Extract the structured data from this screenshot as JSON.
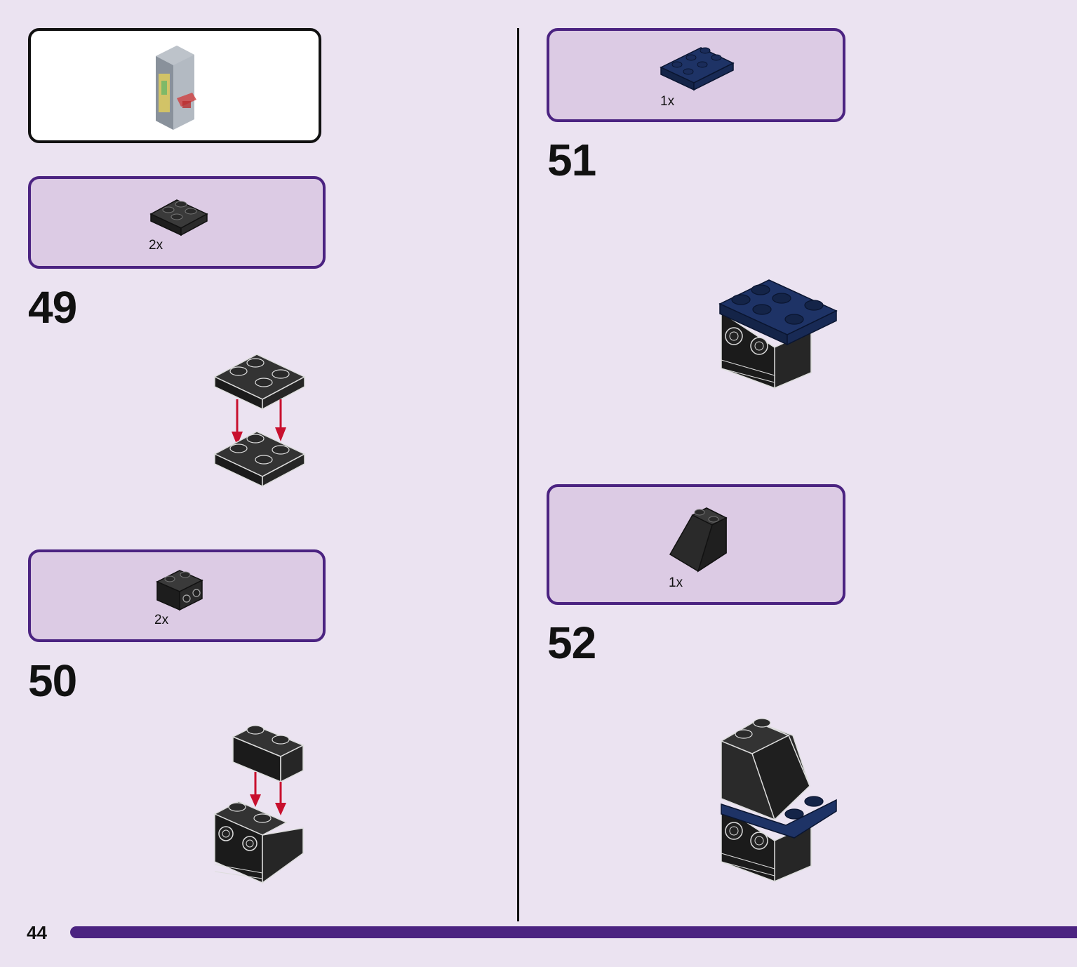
{
  "page": {
    "number": "44"
  },
  "colors": {
    "background": "#ebe3f1",
    "parts_box_fill": "#dccbe4",
    "parts_box_border": "#4b2381",
    "brick_black": "#2a2a2a",
    "brick_blue": "#1e3366",
    "arrow_red": "#c8102e"
  },
  "preview": {
    "icon": "arcade-cabinet-icon"
  },
  "steps": [
    {
      "number": "49",
      "parts": [
        {
          "qty": "2x",
          "icon": "plate-2x2-black-icon"
        }
      ]
    },
    {
      "number": "50",
      "parts": [
        {
          "qty": "2x",
          "icon": "brick-1x2-with-side-studs-black-icon"
        }
      ]
    },
    {
      "number": "51",
      "parts": [
        {
          "qty": "1x",
          "icon": "plate-2x3-dark-blue-icon"
        }
      ]
    },
    {
      "number": "52",
      "parts": [
        {
          "qty": "1x",
          "icon": "slope-2x2-black-icon"
        }
      ]
    }
  ]
}
